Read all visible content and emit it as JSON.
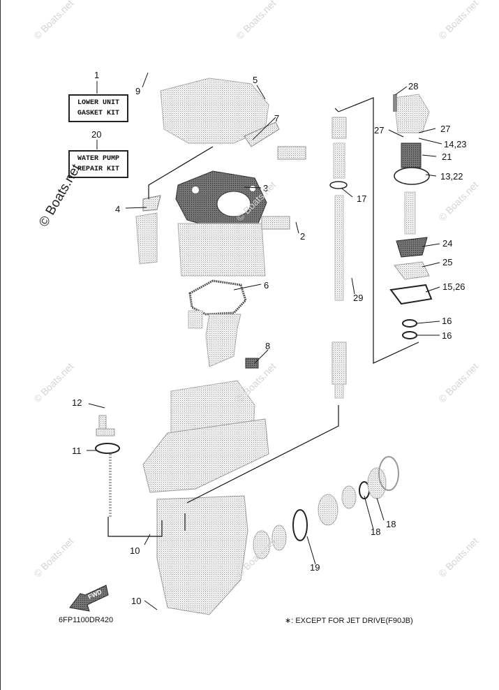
{
  "watermark": "© Boats.net",
  "kits": [
    {
      "num": "1",
      "line1": "LOWER UNIT",
      "line2": "GASKET KIT"
    },
    {
      "num": "20",
      "line1": "WATER PUMP",
      "line2": "REPAIR KIT"
    }
  ],
  "callouts": [
    "9",
    "5",
    "7",
    "3",
    "4",
    "2",
    "6",
    "8",
    "12",
    "11",
    "10",
    "10",
    "28",
    "27",
    "27",
    "14,23",
    "21",
    "13,22",
    "17",
    "24",
    "25",
    "15,26",
    "29",
    "16",
    "16",
    "18",
    "18",
    "19"
  ],
  "footer": {
    "code": "6FP1100DR420",
    "note": "∗: EXCEPT FOR JET DRIVE(F90JB)"
  },
  "arrow_label": "FWD"
}
